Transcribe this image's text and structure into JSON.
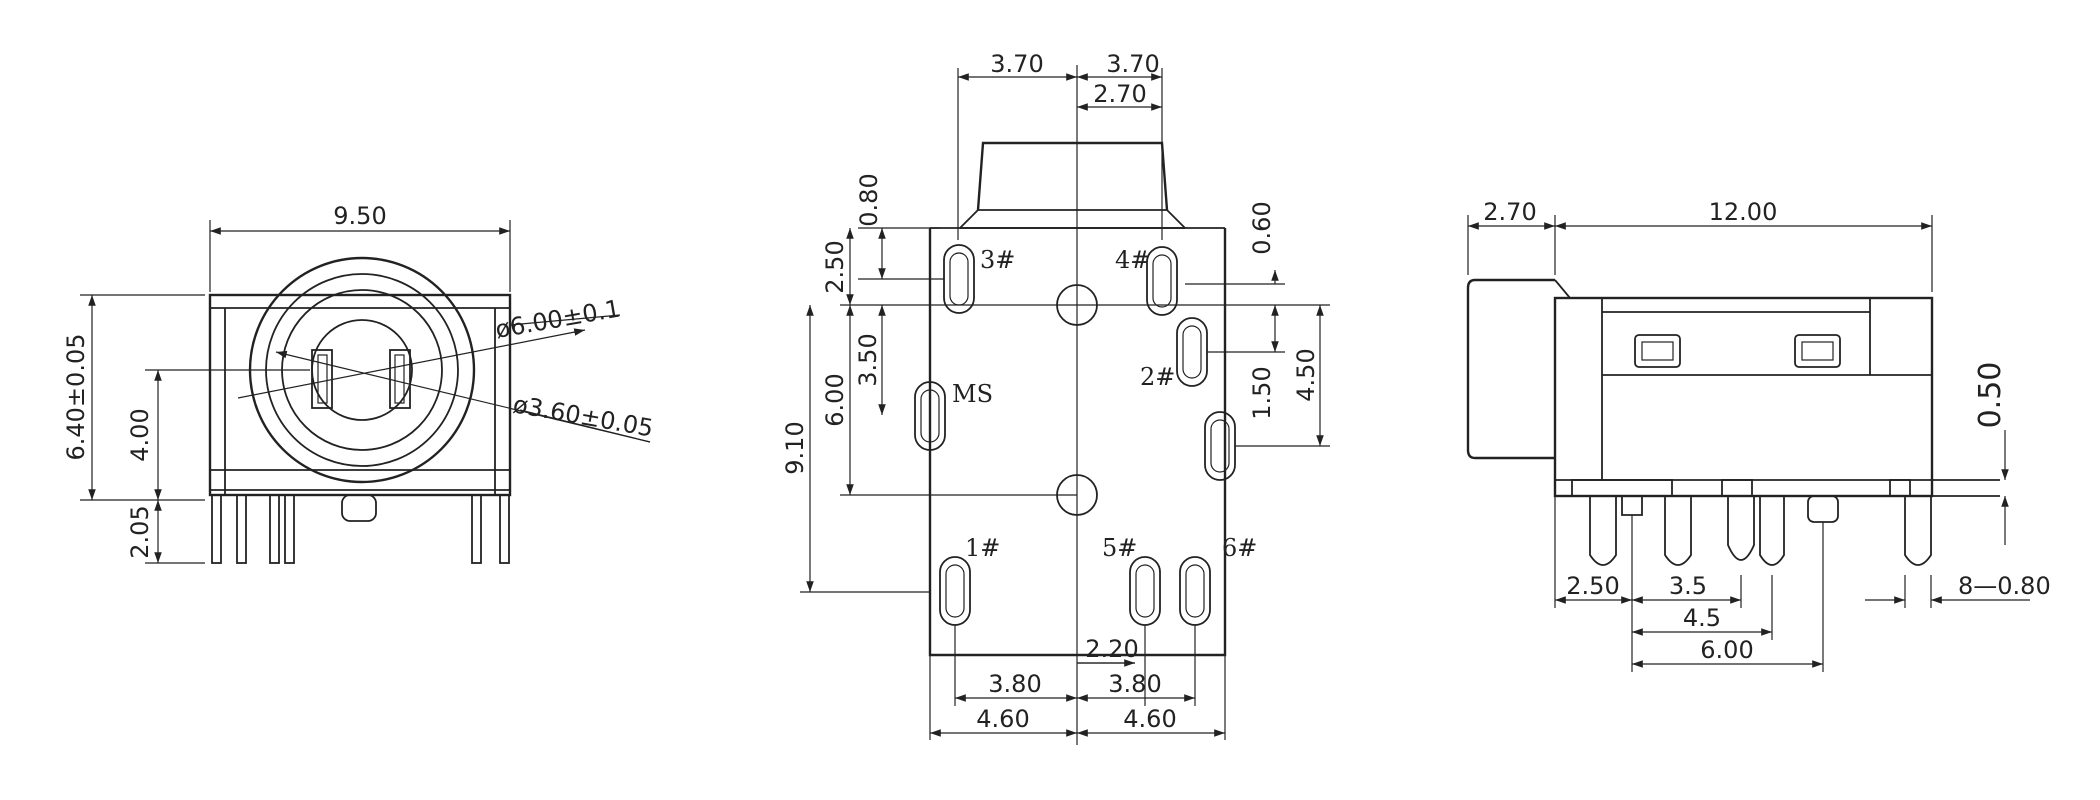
{
  "front_view": {
    "width": "9.50",
    "height": "6.40±0.05",
    "center_height": "4.00",
    "pin_height": "2.05",
    "outer_diameter": "ø6.00±0.1",
    "inner_diameter": "ø3.60±0.05"
  },
  "bottom_view": {
    "top_left": "3.70",
    "top_right": "3.70",
    "top_offset": "2.70",
    "left_0_80": "0.80",
    "left_2_50": "2.50",
    "left_3_50": "3.50",
    "left_6_00": "6.00",
    "left_9_10": "9.10",
    "right_0_60": "0.60",
    "right_1_50": "1.50",
    "right_4_50": "4.50",
    "bottom_2_20": "2.20",
    "bottom_3_80_left": "3.80",
    "bottom_3_80_right": "3.80",
    "bottom_4_60_left": "4.60",
    "bottom_4_60_right": "4.60",
    "pins": {
      "p1": "1#",
      "p2": "2#",
      "p3": "3#",
      "p4": "4#",
      "p5": "5#",
      "p6": "6#",
      "ms": "MS"
    }
  },
  "side_view": {
    "nose": "2.70",
    "length": "12.00",
    "thickness": "0.50",
    "d_2_50": "2.50",
    "d_3_5": "3.5",
    "d_4_5": "4.5",
    "d_6_00": "6.00",
    "pin_width": "8—0.80"
  }
}
